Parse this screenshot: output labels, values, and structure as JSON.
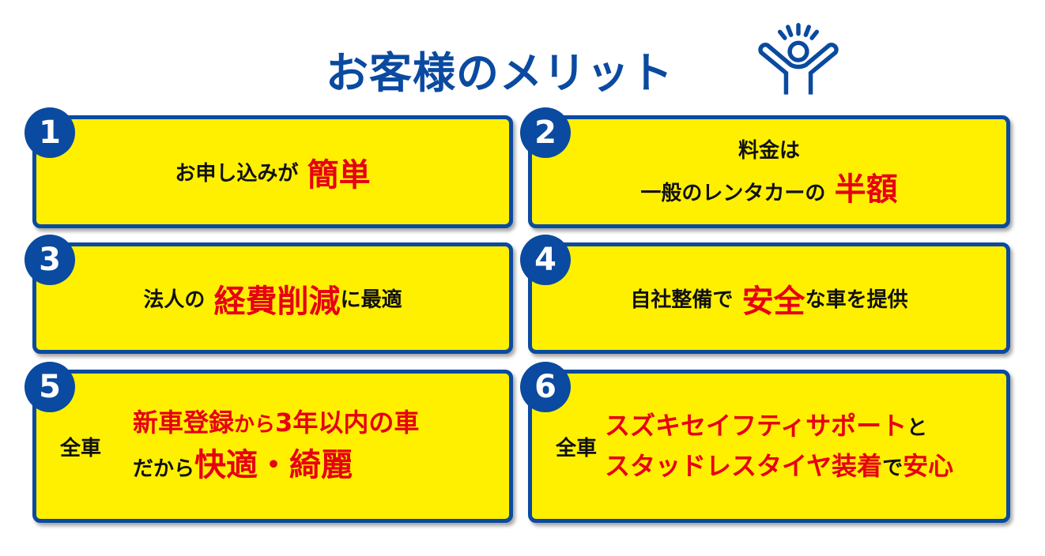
{
  "title": "お客様のメリット",
  "colors": {
    "blue": "#0a4aa0",
    "yellow": "#fff000",
    "red": "#e60012"
  },
  "icon": "cheering-person-icon",
  "cards": [
    {
      "num": "1",
      "pre": "お申し込みが",
      "hl": "簡単"
    },
    {
      "num": "2",
      "line1": "料金は",
      "pre": "一般のレンタカーの",
      "hl": "半額"
    },
    {
      "num": "3",
      "pre": "法人の",
      "hl": "経費削減",
      "post": "に最適"
    },
    {
      "num": "4",
      "pre": "自社整備で",
      "hl": "安全",
      "post": "な車を提供"
    },
    {
      "num": "5",
      "label": "全車",
      "l1a": "新車登録",
      "l1b": "から",
      "l1c": "3年以内の車",
      "l2a": "だから",
      "l2b": "快適・綺麗"
    },
    {
      "num": "6",
      "label": "全車",
      "l1a": "スズキセイフティサポート",
      "l1b": "と",
      "l2a": "スタッドレスタイヤ装着",
      "l2b": "で",
      "l2c": "安心"
    }
  ]
}
